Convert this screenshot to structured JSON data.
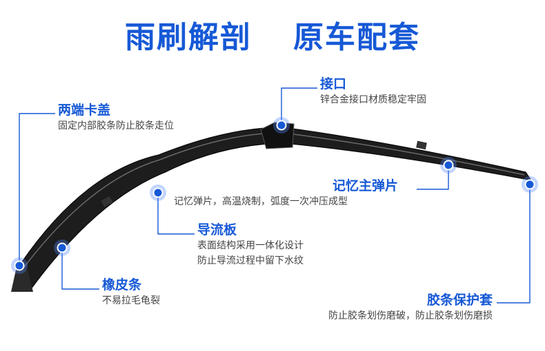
{
  "title": {
    "left": "雨刷解剖",
    "right": "原车配套"
  },
  "colors": {
    "accent": "#1659d6",
    "blade": "#1d1d1d"
  },
  "callouts": {
    "end_caps": {
      "title": "两端卡盖",
      "desc": "固定内部胶条防止胶条走位"
    },
    "connector": {
      "title": "接口",
      "desc": "锌合金接口材质稳定牢固"
    },
    "main_spring": {
      "title": "记忆主弹片",
      "desc": "记忆弹片，高温烧制，弧度一次冲压成型"
    },
    "spoiler": {
      "title": "导流板",
      "desc1": "表面结构采用一体化设计",
      "desc2": "防止导流过程中留下水纹"
    },
    "rubber": {
      "title": "橡皮条",
      "desc": "不易拉毛龟裂"
    },
    "sleeve": {
      "title": "胶条保护套",
      "desc": "防止胶条划伤磨破，防止胶条划伤磨损"
    }
  }
}
